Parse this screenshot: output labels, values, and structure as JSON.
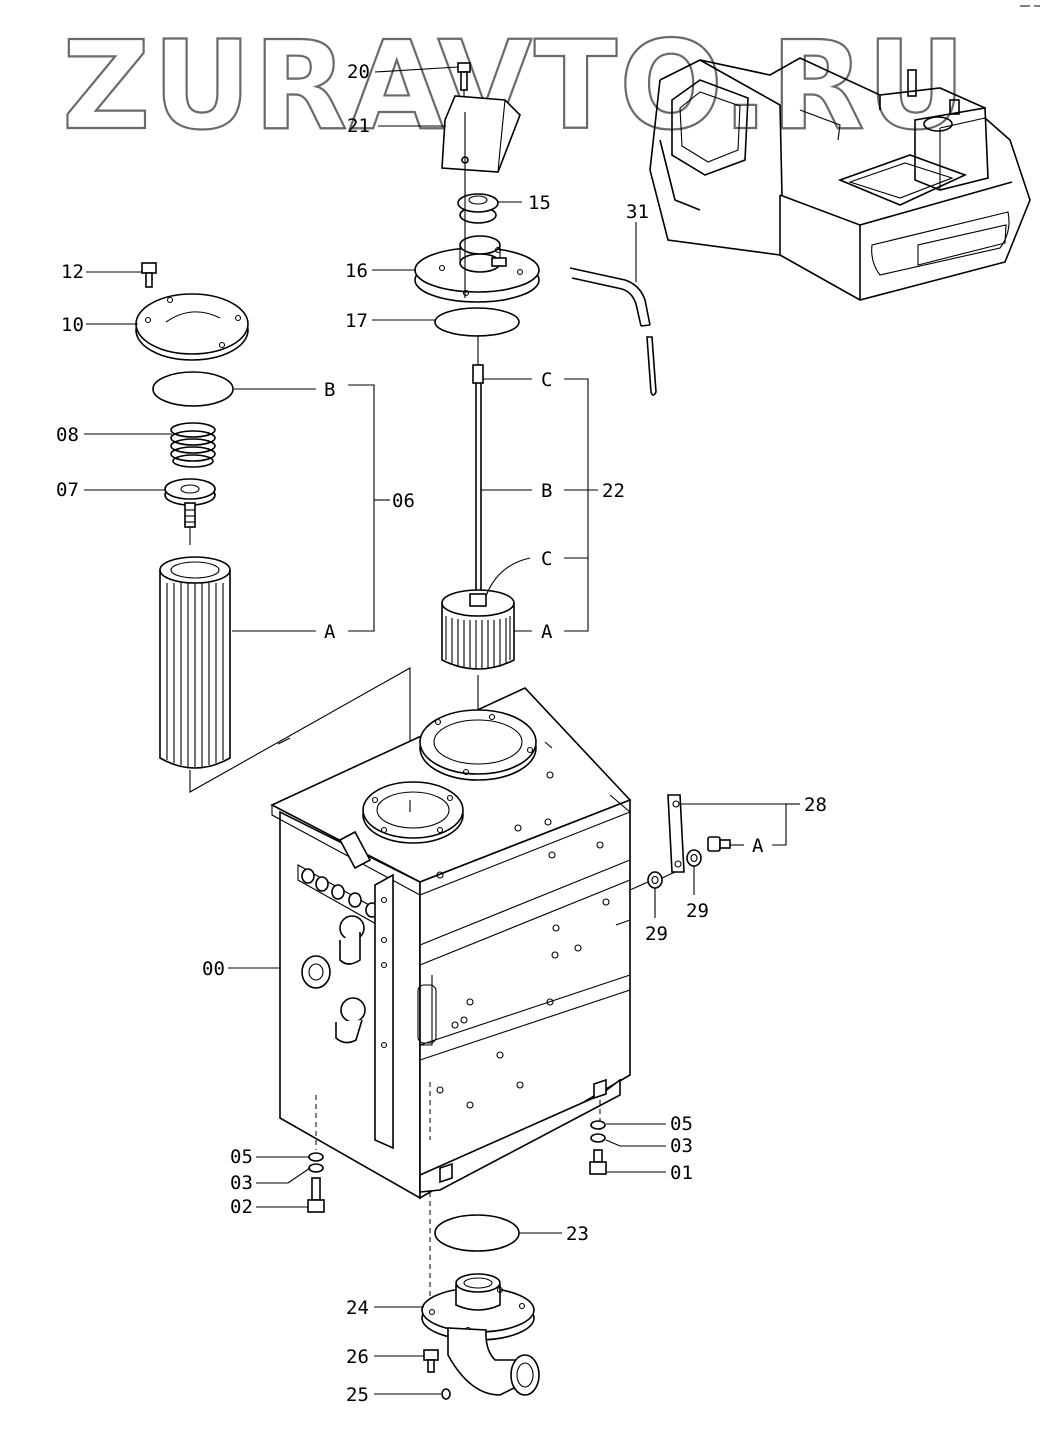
{
  "watermark": "ZURAVTO.RU",
  "callouts": {
    "c20": "20",
    "c21": "21",
    "c15": "15",
    "c16": "16",
    "c17": "17",
    "c31": "31",
    "c12": "12",
    "c10": "10",
    "c08": "08",
    "c07": "07",
    "c06": "06",
    "c22": "22",
    "c28": "28",
    "c29a": "29",
    "c29b": "29",
    "c00": "00",
    "c05a": "05",
    "c03a": "03",
    "c02": "02",
    "c05b": "05",
    "c03b": "03",
    "c01": "01",
    "c23": "23",
    "c24": "24",
    "c26": "26",
    "c25": "25"
  },
  "sublabels": {
    "filter_b": "B",
    "filter_a": "A",
    "strainer_c1": "C",
    "strainer_b": "B",
    "strainer_c2": "C",
    "strainer_a": "A",
    "bracket_a": "A"
  },
  "colors": {
    "line": "#000000",
    "watermark": "#6a6a6a",
    "background": "#ffffff"
  }
}
